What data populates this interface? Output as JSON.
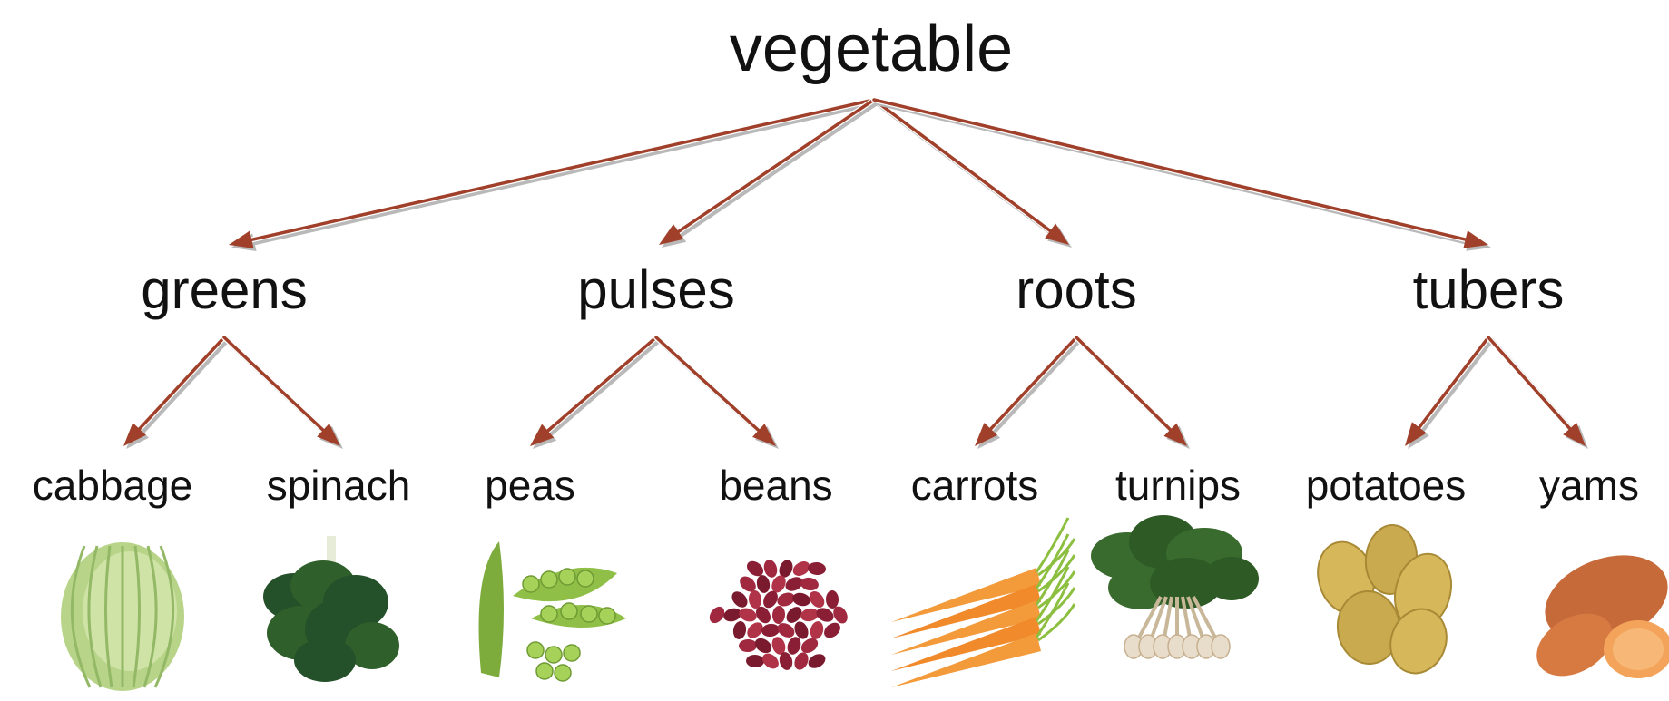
{
  "tree": {
    "root": "vegetable",
    "categories": [
      {
        "label": "greens",
        "children": [
          {
            "label": "cabbage",
            "icon": "cabbage-icon"
          },
          {
            "label": "spinach",
            "icon": "spinach-icon"
          }
        ]
      },
      {
        "label": "pulses",
        "children": [
          {
            "label": "peas",
            "icon": "peas-icon"
          },
          {
            "label": "beans",
            "icon": "beans-icon"
          }
        ]
      },
      {
        "label": "roots",
        "children": [
          {
            "label": "carrots",
            "icon": "carrots-icon"
          },
          {
            "label": "turnips",
            "icon": "turnips-icon"
          }
        ]
      },
      {
        "label": "tubers",
        "children": [
          {
            "label": "potatoes",
            "icon": "potatoes-icon"
          },
          {
            "label": "yams",
            "icon": "yams-icon"
          }
        ]
      }
    ]
  },
  "colors": {
    "arrow": "#a0402a",
    "arrow_shadow": "#b9b9b9",
    "text": "#111111"
  }
}
